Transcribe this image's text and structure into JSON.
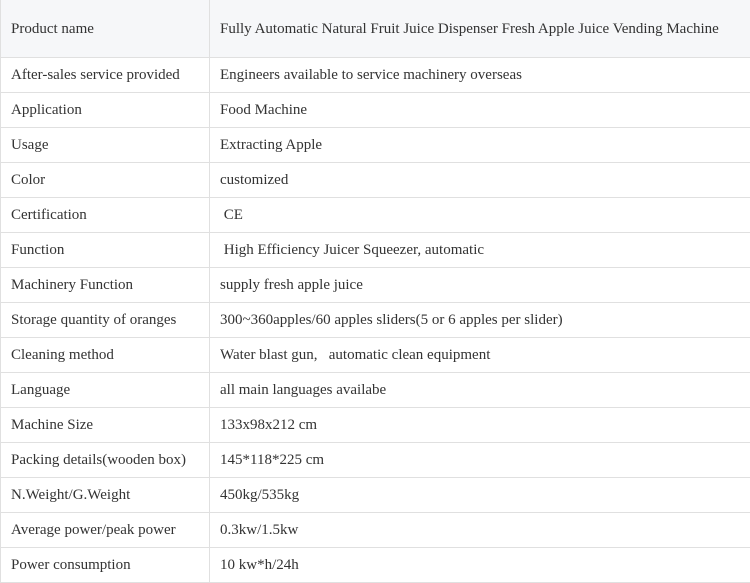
{
  "colors": {
    "header_row_bg": "#f6f7f9",
    "row_bg": "#ffffff",
    "border": "#e0e0e0",
    "text": "#333333"
  },
  "spec_table": {
    "rows": [
      {
        "label": "Product name",
        "value": "Fully Automatic Natural Fruit Juice Dispenser Fresh Apple Juice Vending Machine"
      },
      {
        "label": "After-sales service provided",
        "value": "Engineers available to service machinery overseas"
      },
      {
        "label": "Application",
        "value": "Food Machine"
      },
      {
        "label": "Usage",
        "value": "Extracting Apple"
      },
      {
        "label": "Color",
        "value": "customized"
      },
      {
        "label": "Certification",
        "value": " CE"
      },
      {
        "label": "Function",
        "value": " High Efficiency Juicer Squeezer, automatic"
      },
      {
        "label": "Machinery Function",
        "value": "supply fresh apple juice"
      },
      {
        "label": "Storage quantity of oranges",
        "value": "300~360apples/60 apples sliders(5 or 6 apples per slider)"
      },
      {
        "label": "Cleaning method",
        "value": "Water blast gun,   automatic clean equipment"
      },
      {
        "label": "Language",
        "value": "all main languages availabe"
      },
      {
        "label": "Machine Size",
        "value": "133x98x212 cm"
      },
      {
        "label": "Packing details(wooden box)",
        "value": "145*118*225 cm"
      },
      {
        "label": "N.Weight/G.Weight",
        "value": "450kg/535kg"
      },
      {
        "label": "Average power/peak power",
        "value": "0.3kw/1.5kw"
      },
      {
        "label": "Power consumption",
        "value": "10 kw*h/24h"
      }
    ]
  }
}
